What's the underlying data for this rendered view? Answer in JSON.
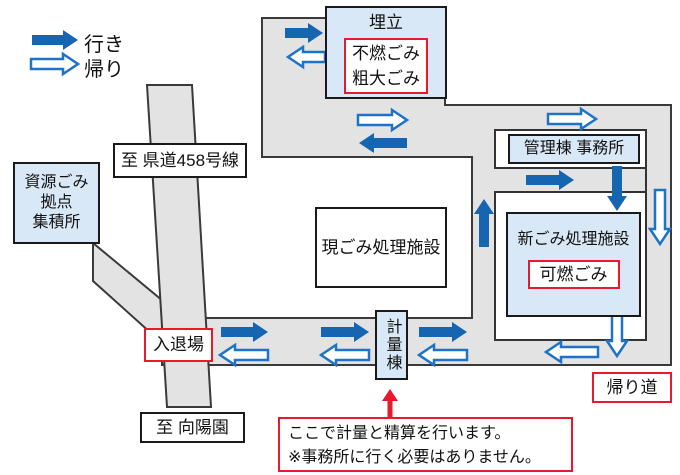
{
  "legend": {
    "going": "行き",
    "return": "帰り"
  },
  "colors": {
    "road": "#e3e3e3",
    "road_border": "#3a3a3a",
    "box_blue": "#d9e8f6",
    "box_border": "#1a1a1a",
    "red": "#e8192d",
    "arrow_fill": "#1565b0",
    "arrow_outline": "#1e73c8"
  },
  "labels": {
    "landfill": "埋立",
    "nonburnable": "不燃ごみ",
    "bulky": "粗大ごみ",
    "recycle_line1": "資源ごみ",
    "recycle_line2": "拠点",
    "recycle_line3": "集積所",
    "to_route458": "至 県道458号線",
    "current_plant": "現ごみ処理施設",
    "admin_office": "管理棟 事務所",
    "new_plant": "新ごみ処理施設",
    "burnable": "可燃ごみ",
    "entry_exit": "入退場",
    "weighing": "計量棟",
    "return_road": "帰り道",
    "to_koyoen": "至 向陽園",
    "note_line1": "ここで計量と精算を行います。",
    "note_line2": "※事務所に行く必要はありません。"
  }
}
